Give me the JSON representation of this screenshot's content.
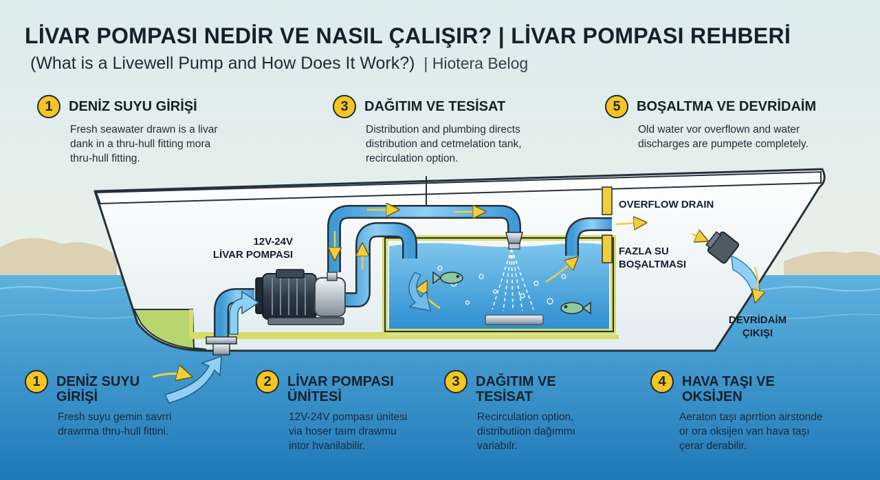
{
  "header": {
    "title": "LİVAR POMPASI NEDİR VE NASIL ÇALIŞIR? | LİVAR POMPASI REHBERİ",
    "subtitle": "(What is a Livewell Pump and How Does It Work?)",
    "brand": "| Hiotera Belog"
  },
  "top_steps": [
    {
      "number": "1",
      "title": "DENİZ SUYU GİRİŞİ",
      "lines": [
        "Fresh seawater drawn is a livar",
        "dank in a thru-hull fitting mora",
        "thru-hull fitting."
      ]
    },
    {
      "number": "3",
      "title": "DAĞITIM VE TESİSAT",
      "lines": [
        "Distribution and plumbing directs",
        "distribution and cetmelation tank,",
        "recirculation option."
      ]
    },
    {
      "number": "5",
      "title": "BOŞALTMA VE DEVRİDAİM",
      "lines": [
        "Old water vor overflown and water",
        "discharges are pumpete completely."
      ]
    }
  ],
  "bottom_steps": [
    {
      "number": "1",
      "title": [
        "DENİZ SUYU",
        "GİRİŞİ"
      ],
      "lines": [
        "Fresh suyu gemin savrri",
        "drawrma thru-hull fittini."
      ]
    },
    {
      "number": "2",
      "title": [
        "LİVAR POMPASI",
        "ÜNİTESİ"
      ],
      "lines": [
        "12V-24V pompası ünitesi",
        "via hoser taım drawmu",
        "intor hvanilabilir."
      ]
    },
    {
      "number": "3",
      "title": [
        "DAĞITIM VE",
        "TESİSAT"
      ],
      "lines": [
        "Recirculation option,",
        "distributiion dağımmı",
        "variabılr."
      ]
    },
    {
      "number": "4",
      "title": [
        "HAVA TAŞI VE",
        "OKSİJEN"
      ],
      "lines": [
        "Aeraton taşı aprrtion airstonde",
        "or ora oksijen van hava taşı",
        "çerar derabilir."
      ]
    }
  ],
  "labels": {
    "pump_voltage": "12V-24V",
    "pump_name": "LİVAR POMPASI",
    "overflow_drain": "OVERFLOW DRAIN",
    "excess_water": [
      "FAZLA SU",
      "BOŞALTMASI"
    ],
    "recirc_outlet": [
      "DEVRİDAİM",
      "ÇIKIŞI"
    ]
  },
  "colors": {
    "badge": "#f6c521",
    "water": "#4fa8dc",
    "pipe": "#5db3e6",
    "hull": "#f7f9fa",
    "arrow_yellow": "#f2cf3a",
    "sea": "#2a8cc9"
  }
}
